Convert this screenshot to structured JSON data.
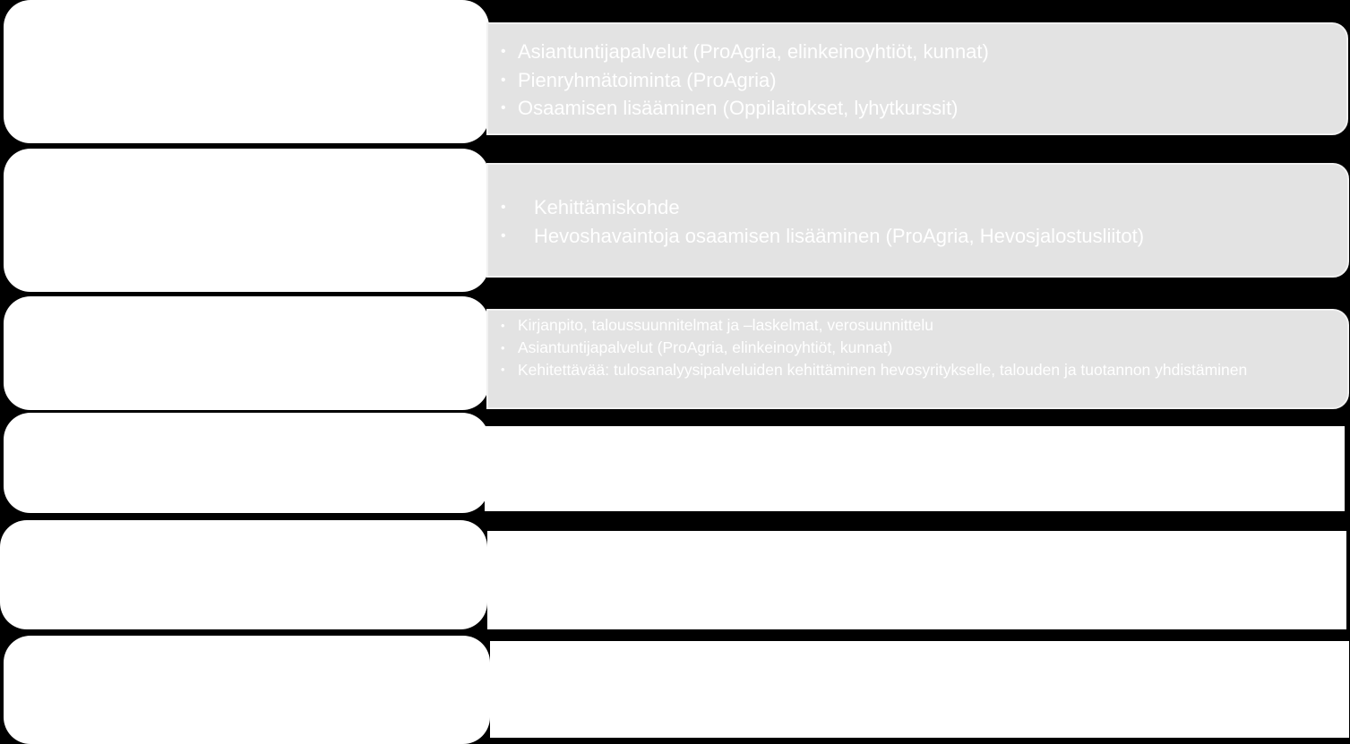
{
  "rows": [
    {
      "items": [
        "Asiantuntijapalvelut (ProAgria, elinkeinoyhtiöt, kunnat)",
        "Pienryhmätoiminta (ProAgria)",
        "Osaamisen lisääminen (Oppilaitokset, lyhytkurssit)"
      ]
    },
    {
      "items": [
        "Kehittämiskohde",
        "Hevoshavaintoja osaamisen lisääminen (ProAgria, Hevosjalostusliitot)"
      ]
    },
    {
      "items": [
        "Kirjanpito, taloussuunnitelmat ja –laskelmat, verosuunnittelu",
        "Asiantuntijapalvelut (ProAgria, elinkeinoyhtiöt, kunnat)",
        "Kehitettävää: tulosanalyysipalveluiden kehittäminen hevosyritykselle, talouden ja tuotannon yhdistäminen"
      ]
    }
  ],
  "bullet_glyph": "•",
  "colors": {
    "background": "#000000",
    "label_box": "#ffffff",
    "content_box": "#e3e3e3",
    "text": "#ffffff"
  }
}
